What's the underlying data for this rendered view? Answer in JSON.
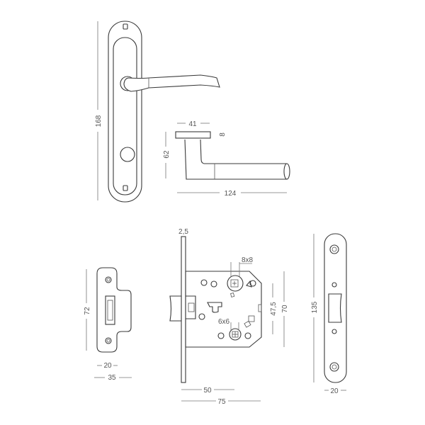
{
  "drawings": {
    "handle_plate": {
      "height_label": "168"
    },
    "lever_side": {
      "rose_width_label": "41",
      "rose_thickness_label": "8",
      "height_label": "62",
      "length_label": "124"
    },
    "strike_plate": {
      "height_label": "72",
      "inner_width_label": "20",
      "outer_width_label": "35"
    },
    "lock_body": {
      "faceplate_thickness_label": "2,5",
      "backset_label": "50",
      "depth_label": "75",
      "spindle_square_label": "8x8",
      "bolt_square_label": "6x6",
      "center_distance_label": "47,5",
      "body_height_label": "70"
    },
    "faceplate": {
      "height_label": "135",
      "width_label": "20"
    }
  },
  "colors": {
    "line": "#3a3a3a",
    "dimension": "#777777",
    "background": "#ffffff"
  }
}
